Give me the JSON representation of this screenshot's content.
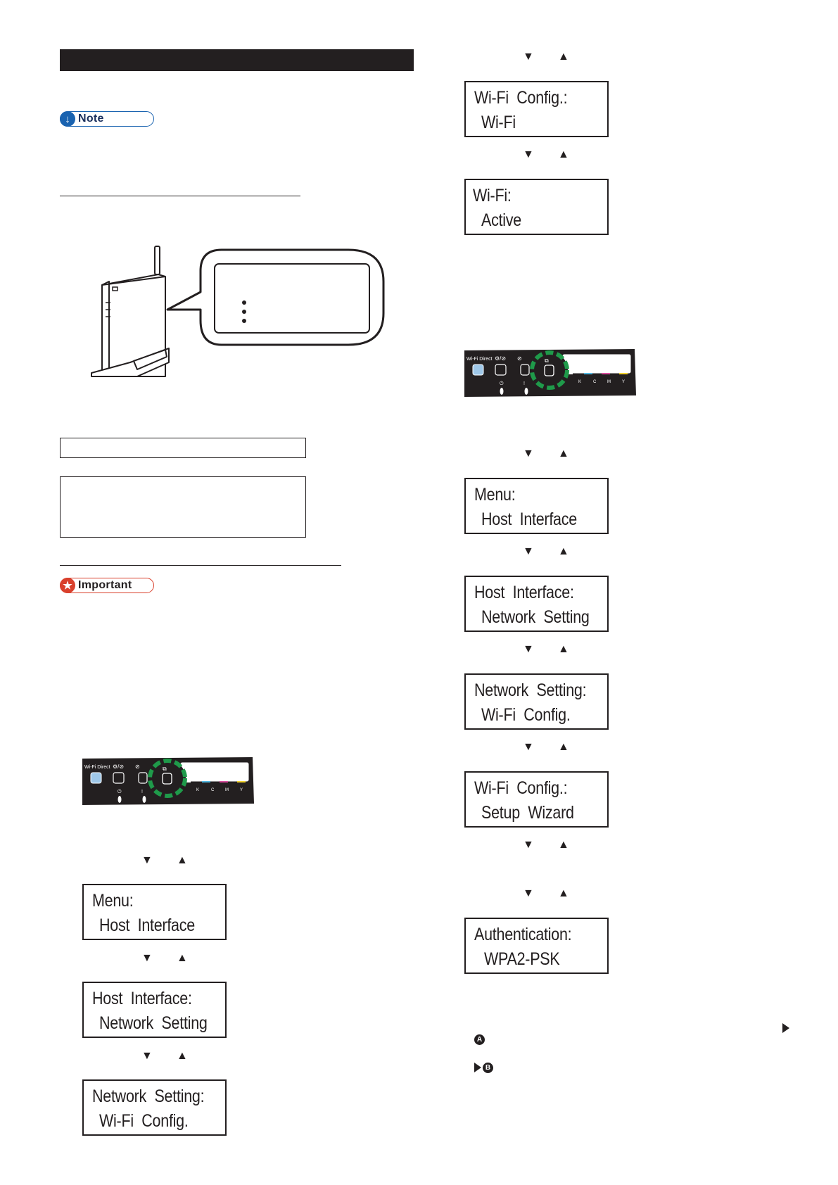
{
  "badges": {
    "note": "Note",
    "important": "Important"
  },
  "icons": {
    "note": "down-arrow-icon",
    "important": "star-icon",
    "down": "triangle-down-icon",
    "up": "triangle-up-icon",
    "marker_a": "A",
    "marker_b": "B"
  },
  "arrows": {
    "down": "▼",
    "up": "▲"
  },
  "panel_labels": {
    "wifi_direct": "Wi-Fi Direct",
    "k": "K",
    "c": "C",
    "m": "M",
    "y": "Y"
  },
  "left_screens": [
    {
      "line1": "Menu:",
      "line2": "Host  Interface"
    },
    {
      "line1": "Host  Interface:",
      "line2": "Network  Setting"
    },
    {
      "line1": "Network  Setting:",
      "line2": "Wi-Fi  Config."
    }
  ],
  "right_screens_top": [
    {
      "line1": "Wi-Fi  Config.:",
      "line2": "Wi-Fi"
    },
    {
      "line1": "Wi-Fi:",
      "line2": "Active"
    }
  ],
  "right_screens_bottom": [
    {
      "line1": "Menu:",
      "line2": "Host  Interface"
    },
    {
      "line1": "Host  Interface:",
      "line2": "Network  Setting"
    },
    {
      "line1": "Network  Setting:",
      "line2": "Wi-Fi  Config."
    },
    {
      "line1": "Wi-Fi  Config.:",
      "line2": "Setup  Wizard"
    }
  ],
  "right_screen_last": {
    "line1": "Authentication:",
    "line2": "WPA2-PSK"
  },
  "colors": {
    "ink": "#231f20",
    "note_blue": "#1a63b0",
    "important_red": "#d9402c",
    "highlight_green": "#1f9a4a"
  }
}
